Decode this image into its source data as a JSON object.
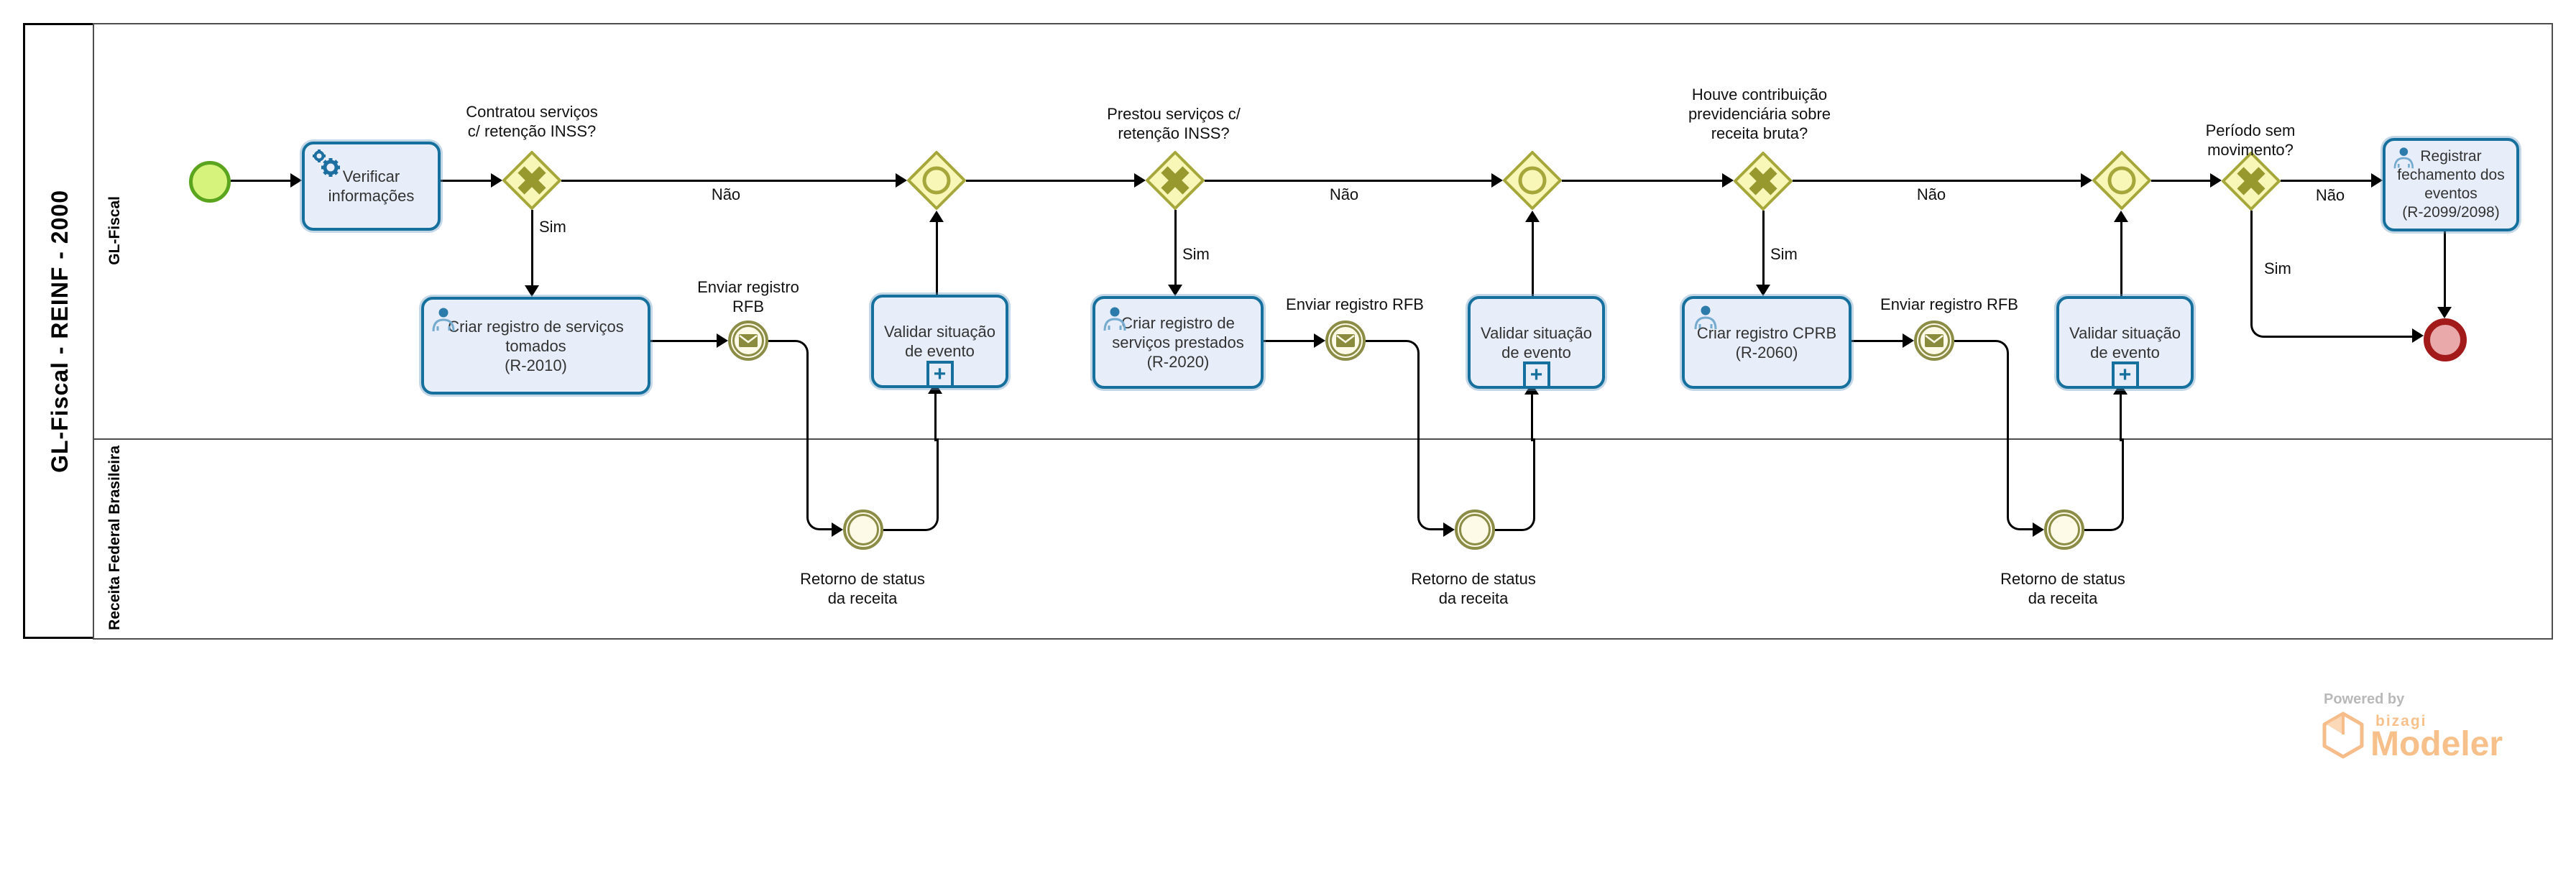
{
  "pool": {
    "title": "GL-Fiscal - REINF - 2000",
    "lanes": [
      {
        "label": "GL-Fiscal"
      },
      {
        "label": "Receita Federal Brasileira"
      }
    ]
  },
  "labels": {
    "sim": "Sim",
    "nao": "Não"
  },
  "gateways": {
    "g1": "Contratou serviços\nc/ retenção INSS?",
    "g2": "Prestou serviços c/\nretenção INSS?",
    "g3": "Houve contribuição\nprevidenciária sobre\nreceita bruta?",
    "g4": "Período sem movimento?"
  },
  "tasks": {
    "verify": "Verificar\ninformações",
    "tomados": "Criar registro de serviços\ntomados\n(R-2010)",
    "validar": "Validar situação\nde evento",
    "prestados": "Criar registro de\nserviços prestados\n(R-2020)",
    "cprb": "Criar registro CPRB\n(R-2060)",
    "fechamento": "Registrar\nfechamento dos\neventos\n(R-2099/2098)"
  },
  "events": {
    "enviar_rfb_2l": "Enviar registro\nRFB",
    "enviar_rfb": "Enviar registro RFB",
    "retorno": "Retorno de status\nda receita"
  },
  "icons": {
    "subprocess_plus": "+"
  },
  "branding": {
    "powered_by": "Powered by",
    "brand": "bizagi",
    "product": "Modeler"
  },
  "colors": {
    "task_fill": "#e7edf9",
    "task_border": "#16709e",
    "gateway_fill": "#f9f7b8",
    "gateway_border": "#a6a73b",
    "gateway_marker": "#97982e",
    "event_olive": "#8b8c46",
    "start_fill": "#d6f37c",
    "start_border": "#5aa41e",
    "end_fill": "#e9a9ab",
    "end_border": "#a31a1a",
    "line": "#000000",
    "brand_orange": "#f7c08a"
  }
}
